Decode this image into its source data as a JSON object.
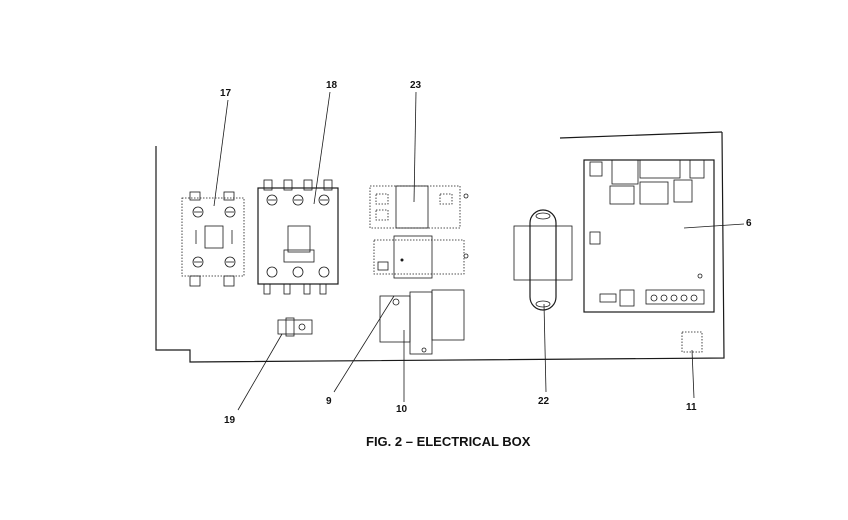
{
  "caption": "FIG. 2 – ELECTRICAL BOX",
  "callouts": {
    "c17": "17",
    "c18": "18",
    "c23": "23",
    "c6": "6",
    "c19": "19",
    "c9": "9",
    "c10": "10",
    "c22": "22",
    "c11": "11"
  }
}
